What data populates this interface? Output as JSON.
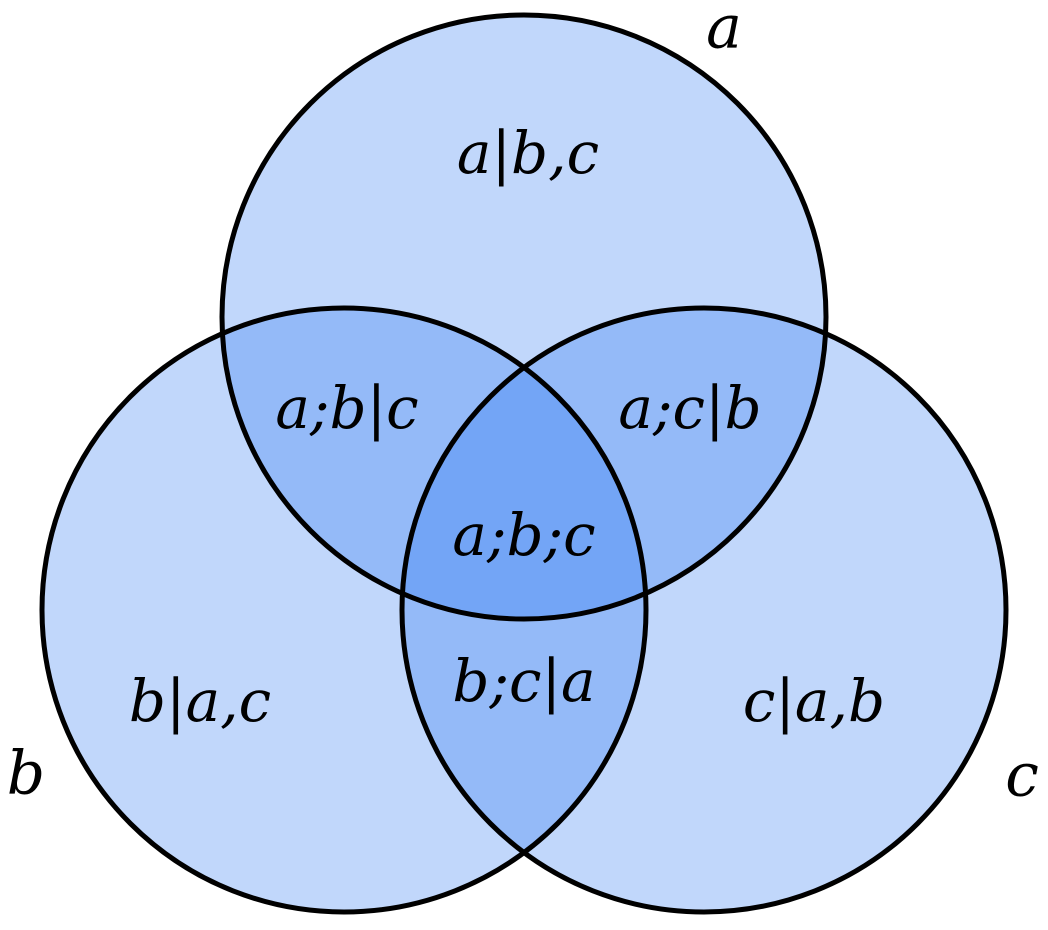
{
  "diagram": {
    "type": "venn",
    "sets": [
      {
        "id": "a",
        "label": "a"
      },
      {
        "id": "b",
        "label": "b"
      },
      {
        "id": "c",
        "label": "c"
      }
    ],
    "regions": {
      "a_only": "a|b,c",
      "b_only": "b|a,c",
      "c_only": "c|a,b",
      "ab_only": "a;b|c",
      "ac_only": "a;c|b",
      "bc_only": "b;c|a",
      "abc": "a;b;c"
    },
    "fill_color": "#1f6fef",
    "outline_color": "#000000"
  }
}
